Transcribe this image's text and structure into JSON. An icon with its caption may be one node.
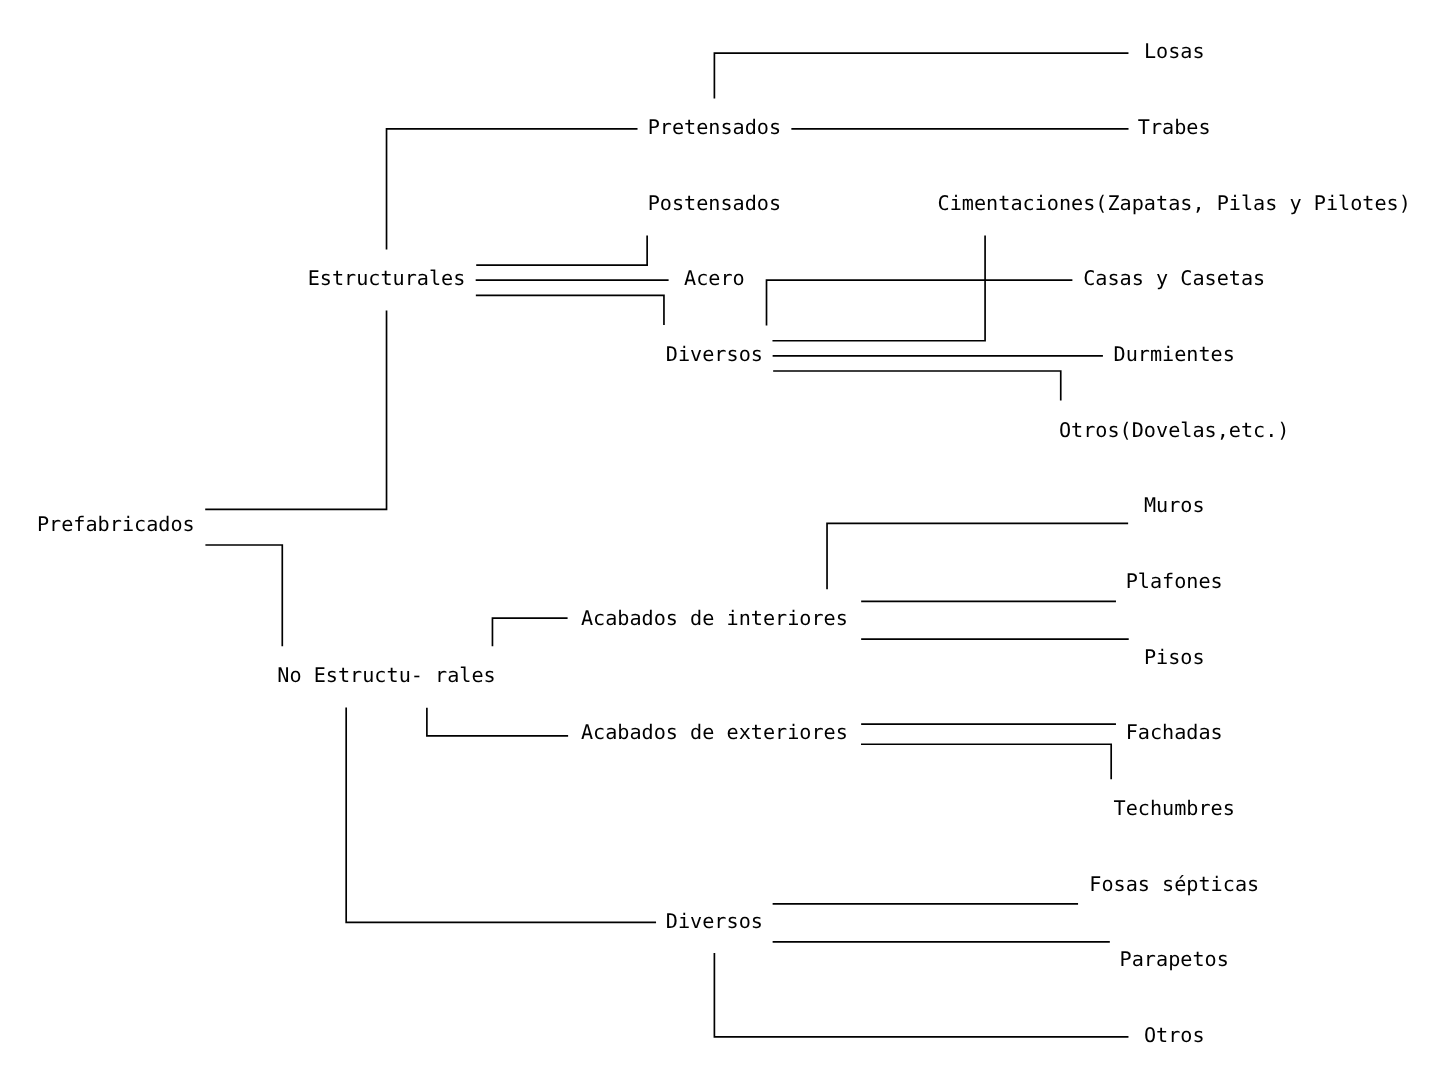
{
  "diagram": {
    "nodes": [
      {
        "text": [
          "Prefabricados"
        ]
      },
      {
        "text": [
          "Estructurales"
        ]
      },
      {
        "text": [
          "Pretensados"
        ]
      },
      {
        "text": [
          "Losas"
        ]
      },
      {
        "text": [
          "Trabes"
        ]
      },
      {
        "text": [
          "Postensados"
        ]
      },
      {
        "text": [
          "Acero"
        ]
      },
      {
        "text": [
          "Diversos"
        ]
      },
      {
        "text": [
          "Cimentaciones(Zapatas, Pilas y Pilotes)"
        ]
      },
      {
        "text": [
          "Casas y Casetas"
        ]
      },
      {
        "text": [
          "Durmientes"
        ]
      },
      {
        "text": [
          "Otros(Dovelas,etc.)"
        ]
      },
      {
        "text": [
          "No Estructu- rales"
        ]
      },
      {
        "text": [
          "Acabados de interiores"
        ]
      },
      {
        "text": [
          "Muros"
        ]
      },
      {
        "text": [
          "Plafones"
        ]
      },
      {
        "text": [
          "Pisos"
        ]
      },
      {
        "text": [
          "Acabados de exteriores"
        ]
      },
      {
        "text": [
          "Fachadas"
        ]
      },
      {
        "text": [
          "Techumbres"
        ]
      },
      {
        "text": [
          "Diversos"
        ]
      },
      {
        "text": [
          "Fosas sépticas"
        ]
      },
      {
        "text": [
          "Parapetos"
        ]
      },
      {
        "text": [
          "Otros"
        ]
      }
    ],
    "edges": [
      {
        "from": 0,
        "to": 1,
        "arrow": "none"
      },
      {
        "from": 0,
        "to": 12,
        "arrow": "none"
      },
      {
        "from": 1,
        "to": 2,
        "arrow": "none"
      },
      {
        "from": 2,
        "to": 3,
        "arrow": "none"
      },
      {
        "from": 2,
        "to": 4,
        "arrow": "none"
      },
      {
        "from": 1,
        "to": 5,
        "arrow": "none"
      },
      {
        "from": 1,
        "to": 6,
        "arrow": "none"
      },
      {
        "from": 1,
        "to": 7,
        "arrow": "none"
      },
      {
        "from": 7,
        "to": 8,
        "arrow": "none"
      },
      {
        "from": 7,
        "to": 9,
        "arrow": "none"
      },
      {
        "from": 7,
        "to": 10,
        "arrow": "none"
      },
      {
        "from": 7,
        "to": 11,
        "arrow": "none"
      },
      {
        "from": 12,
        "to": 13,
        "arrow": "none"
      },
      {
        "from": 13,
        "to": 14,
        "arrow": "none"
      },
      {
        "from": 13,
        "to": 15,
        "arrow": "none"
      },
      {
        "from": 13,
        "to": 16,
        "arrow": "none"
      },
      {
        "from": 12,
        "to": 17,
        "arrow": "none"
      },
      {
        "from": 17,
        "to": 18,
        "arrow": "none"
      },
      {
        "from": 17,
        "to": 19,
        "arrow": "none"
      },
      {
        "from": 12,
        "to": 20,
        "arrow": "none"
      },
      {
        "from": 20,
        "to": 21,
        "arrow": "none"
      },
      {
        "from": 20,
        "to": 22,
        "arrow": "none"
      },
      {
        "from": 20,
        "to": 23,
        "arrow": "none"
      }
    ]
  }
}
